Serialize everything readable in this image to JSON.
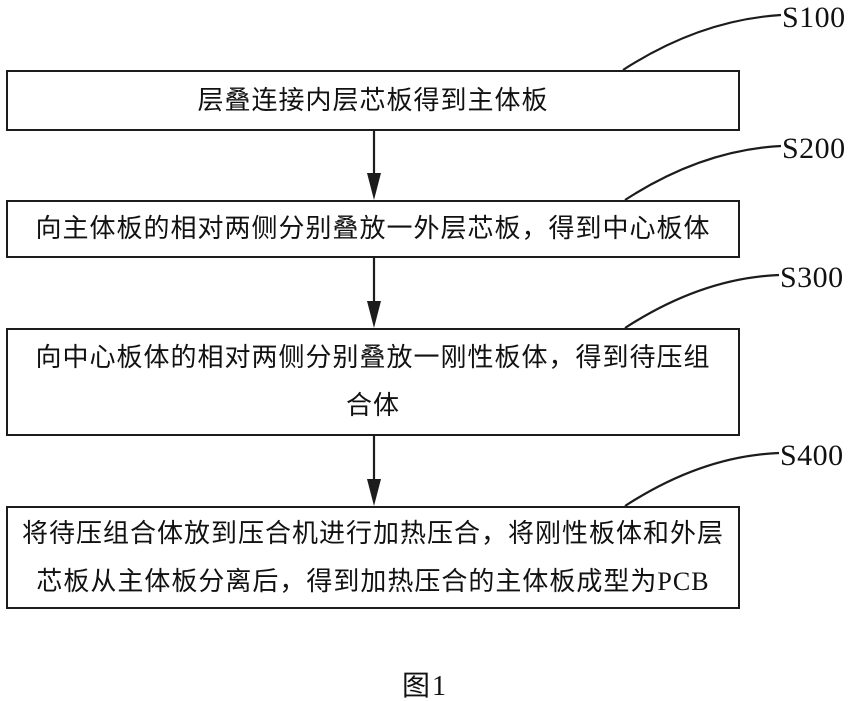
{
  "figure": {
    "caption": "图1",
    "steps": [
      {
        "label": "S100",
        "lines": [
          "层叠连接内层芯板得到主体板"
        ]
      },
      {
        "label": "S200",
        "lines": [
          "向主体板的相对两侧分别叠放一外层芯板，得到中心板体"
        ]
      },
      {
        "label": "S300",
        "lines": [
          "向中心板体的相对两侧分别叠放一刚性板体，得到待压组",
          "合体"
        ]
      },
      {
        "label": "S400",
        "lines": [
          "将待压组合体放到压合机进行加热压合，将刚性板体和外层",
          "芯板从主体板分离后，得到加热压合的主体板成型为PCB"
        ]
      }
    ],
    "colors": {
      "line": "#1c1c1c",
      "background": "#ffffff",
      "text": "#111111"
    }
  }
}
